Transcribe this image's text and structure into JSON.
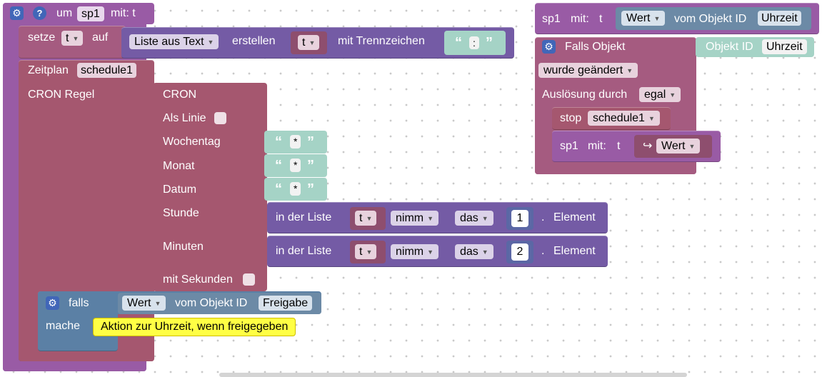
{
  "func": {
    "header_um": "um",
    "name": "sp1",
    "header_mit": "mit: t",
    "help_glyph": "?",
    "gear_glyph": "⚙"
  },
  "set_block": {
    "setze": "setze",
    "var": "t",
    "auf": "auf",
    "list_from_text": "Liste aus Text",
    "erstellen": "erstellen",
    "list_var": "t",
    "mit_trennzeichen": "mit Trennzeichen",
    "separator": ":"
  },
  "schedule": {
    "zeitplan": "Zeitplan",
    "schedule_name": "schedule1",
    "cron_regel": "CRON Regel",
    "cron": "CRON",
    "als_linie": "Als Linie",
    "wochentag": "Wochentag",
    "monat": "Monat",
    "datum": "Datum",
    "stunde": "Stunde",
    "minuten": "Minuten",
    "mit_sekunden": "mit Sekunden",
    "star": "*"
  },
  "list_get": [
    {
      "in_der_liste": "in der Liste",
      "var": "t",
      "op": "nimm",
      "mode": "das",
      "index": "1",
      "element": "Element"
    },
    {
      "in_der_liste": "in der Liste",
      "var": "t",
      "op": "nimm",
      "mode": "das",
      "index": "2",
      "element": "Element"
    }
  ],
  "if_block": {
    "falls": "falls",
    "wert": "Wert",
    "vom_objekt_id": "vom Objekt ID",
    "object_id": "Freigabe",
    "mache": "mache",
    "comment": "Aktion zur Uhrzeit, wenn freigegeben"
  },
  "call_block": {
    "name": "sp1",
    "mit": "mit:",
    "param": "t",
    "wert": "Wert",
    "vom_objekt_id": "vom Objekt ID",
    "object_id": "Uhrzeit"
  },
  "trigger": {
    "falls_objekt": "Falls Objekt",
    "objekt_id": "Objekt ID",
    "object_id": "Uhrzeit",
    "wurde_geaendert": "wurde geändert",
    "ausloesung_durch": "Auslösung durch",
    "egal": "egal",
    "stop": "stop",
    "stop_schedule": "schedule1",
    "call_name": "sp1",
    "call_mit": "mit:",
    "call_param": "t",
    "wert_arrow": "↪",
    "wert": "Wert"
  },
  "icons": [
    "gear-icon",
    "help-icon",
    "dropdown-arrow-icon",
    "quote-open-icon",
    "quote-close-icon",
    "return-arrow-icon"
  ],
  "colors": {
    "function": "#995ba5",
    "variable": "#a55b80",
    "schedule": "#a5576f",
    "list": "#745ba5",
    "logic": "#5b80a5",
    "text": "#a5d3c6",
    "comment": "#ffff44"
  }
}
